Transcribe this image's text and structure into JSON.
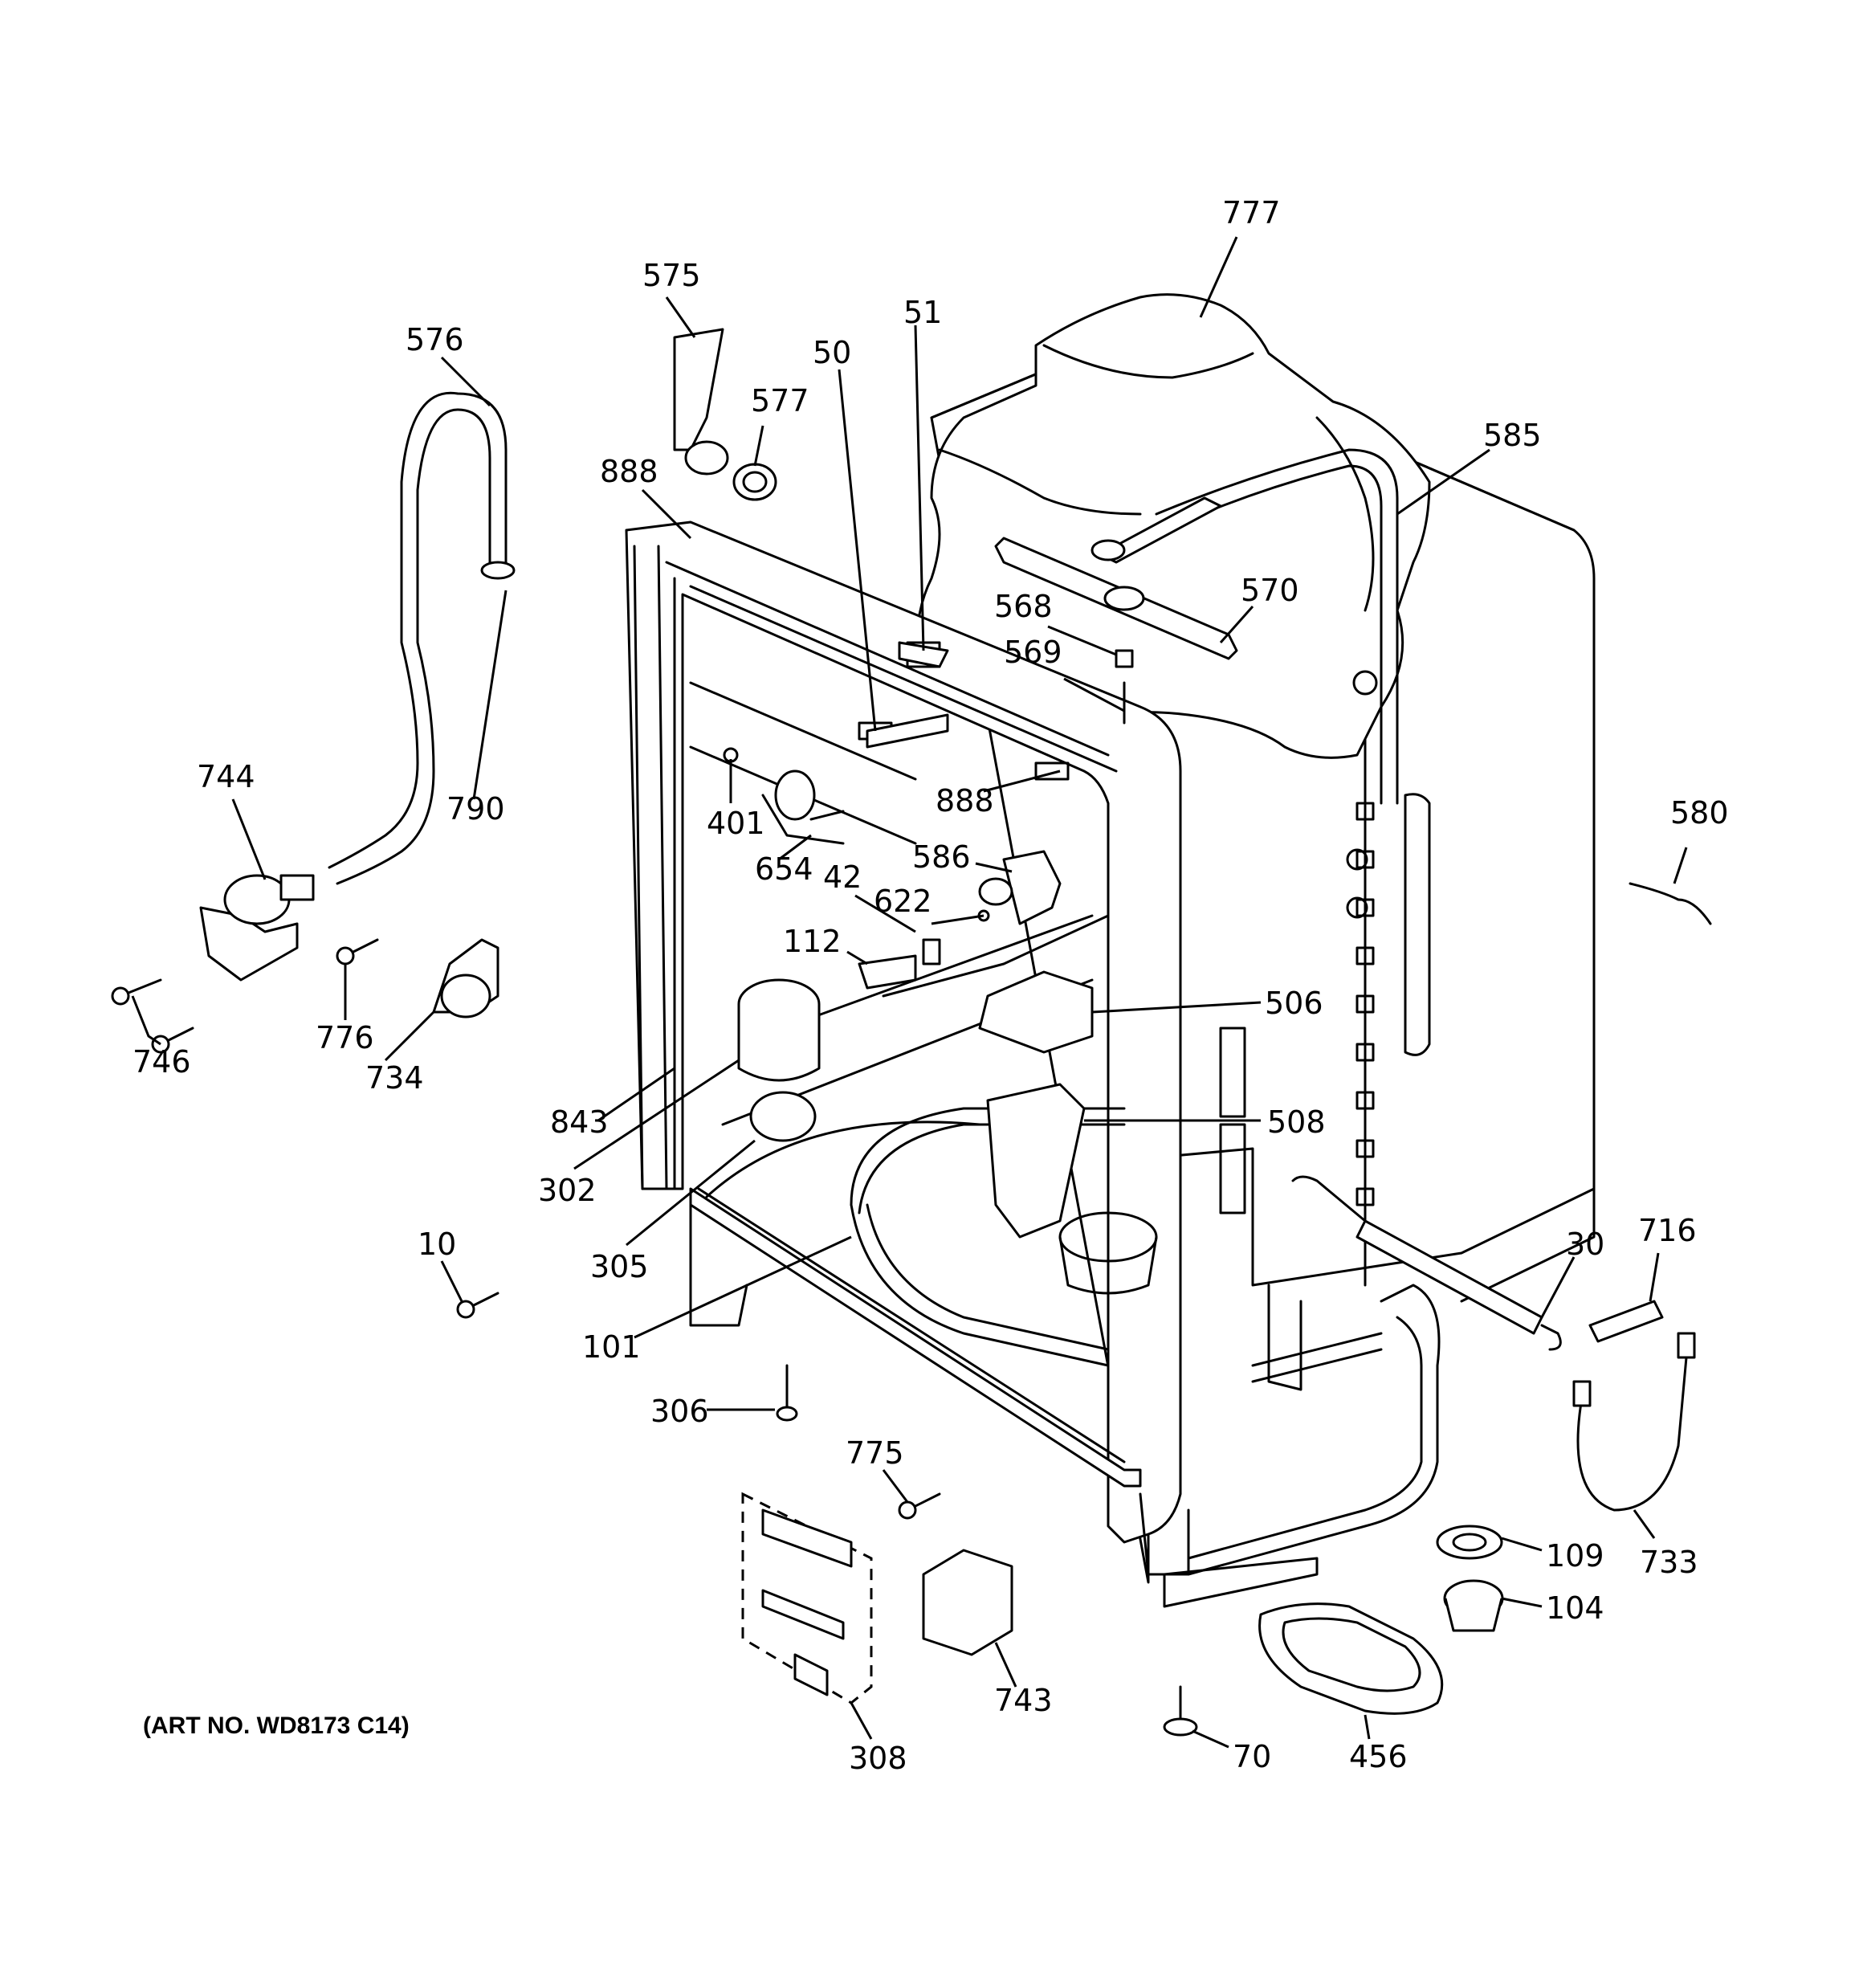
{
  "art_number": "(ART NO. WD8173 C14)",
  "callouts": [
    {
      "id": "777",
      "label": "777"
    },
    {
      "id": "575",
      "label": "575"
    },
    {
      "id": "51",
      "label": "51"
    },
    {
      "id": "50",
      "label": "50"
    },
    {
      "id": "576",
      "label": "576"
    },
    {
      "id": "577",
      "label": "577"
    },
    {
      "id": "888a",
      "label": "888"
    },
    {
      "id": "585",
      "label": "585"
    },
    {
      "id": "568",
      "label": "568"
    },
    {
      "id": "570",
      "label": "570"
    },
    {
      "id": "569",
      "label": "569"
    },
    {
      "id": "744",
      "label": "744"
    },
    {
      "id": "790",
      "label": "790"
    },
    {
      "id": "401",
      "label": "401"
    },
    {
      "id": "888b",
      "label": "888"
    },
    {
      "id": "580",
      "label": "580"
    },
    {
      "id": "654",
      "label": "654"
    },
    {
      "id": "586",
      "label": "586"
    },
    {
      "id": "42",
      "label": "42"
    },
    {
      "id": "622",
      "label": "622"
    },
    {
      "id": "112",
      "label": "112"
    },
    {
      "id": "746",
      "label": "746"
    },
    {
      "id": "776",
      "label": "776"
    },
    {
      "id": "734",
      "label": "734"
    },
    {
      "id": "506",
      "label": "506"
    },
    {
      "id": "843",
      "label": "843"
    },
    {
      "id": "508",
      "label": "508"
    },
    {
      "id": "302",
      "label": "302"
    },
    {
      "id": "716",
      "label": "716"
    },
    {
      "id": "30",
      "label": "30"
    },
    {
      "id": "10",
      "label": "10"
    },
    {
      "id": "305",
      "label": "305"
    },
    {
      "id": "101",
      "label": "101"
    },
    {
      "id": "306",
      "label": "306"
    },
    {
      "id": "775",
      "label": "775"
    },
    {
      "id": "109",
      "label": "109"
    },
    {
      "id": "733",
      "label": "733"
    },
    {
      "id": "104",
      "label": "104"
    },
    {
      "id": "743",
      "label": "743"
    },
    {
      "id": "308",
      "label": "308"
    },
    {
      "id": "70",
      "label": "70"
    },
    {
      "id": "456",
      "label": "456"
    }
  ]
}
